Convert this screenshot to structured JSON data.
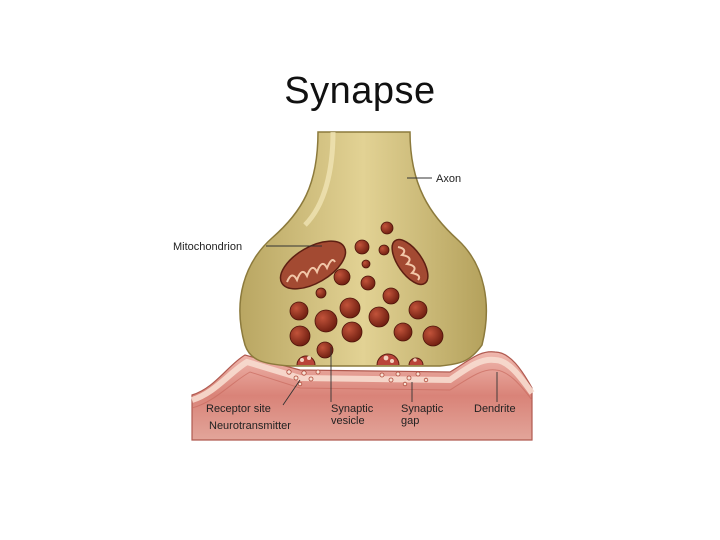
{
  "slide": {
    "title": "Synapse"
  },
  "diagram": {
    "labels": {
      "axon": "Axon",
      "mitochondrion": "Mitochondrion",
      "receptor_site": "Receptor site",
      "neurotransmitter": "Neurotransmitter",
      "synaptic_vesicle_line1": "Synaptic",
      "synaptic_vesicle_line2": "vesicle",
      "synaptic_gap_line1": "Synaptic",
      "synaptic_gap_line2": "gap",
      "dendrite": "Dendrite"
    },
    "colors": {
      "axon_fill": "#d9c78c",
      "axon_edge": "#9c8a4a",
      "vesicle": "#8b2a1a",
      "mitochondrion": "#a34a32",
      "dendrite_surface": "#e8a39a",
      "dendrite_deep": "#c8685e",
      "membrane": "#f4d7c8"
    }
  }
}
